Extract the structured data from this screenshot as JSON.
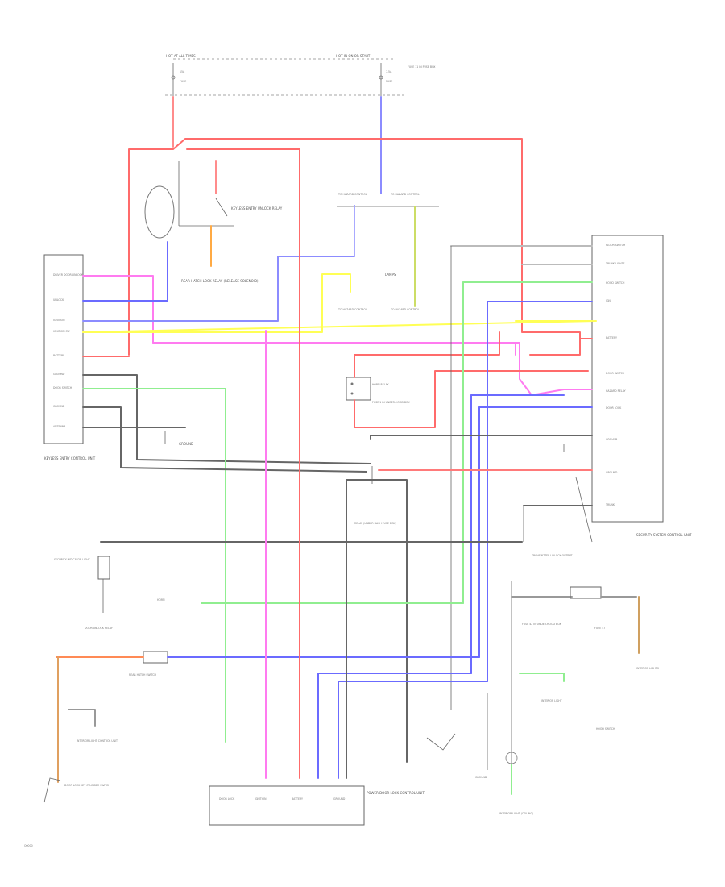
{
  "diagram": {
    "page_code": "Q0000",
    "colors": {
      "red": "#ff6b6b",
      "pink": "#ff7bf0",
      "blue": "#5b5bff",
      "lightblue": "#a0a0ff",
      "yellow": "#ffff55",
      "green": "#90ee90",
      "dark": "#666666",
      "orange": "#ffa060"
    },
    "labels": {
      "top_left_fuse": "HOT AT ALL TIMES",
      "top_right_fuse": "HOT IN ON OR START",
      "fuse_left_a": "15A",
      "fuse_left_b": "FUSE",
      "fuse_right_a": "7.5A",
      "fuse_right_b": "FUSE",
      "fuse_right_c": "FUSE 11 IN FUSE BOX",
      "key_switch": "KEYLESS ENTRY UNLOCK RELAY",
      "rear_lock_relay": "REAR HATCH LOCK RELAY (RELEASE SOLENOID)",
      "hazard_left": "TO HAZARD CONTROL",
      "hazard_right": "TO HAZARD CONTROL",
      "lower_center": "LAMPS",
      "to_hazard_lower_left": "TO HAZARD CONTROL",
      "to_hazard_lower_right": "TO HAZARD CONTROL",
      "ground_label": "GROUND",
      "left_module": "KEYLESS ENTRY CONTROL UNIT",
      "left_pins": [
        "DRIVER DOOR UNLOCK",
        "UNLOCK",
        "IGNITION",
        "IGNITION SW",
        "BATTERY",
        "GROUND",
        "DOOR SWITCH",
        "GROUND",
        "ANTENNA"
      ],
      "relay_unit": "HORN RELAY",
      "horn_fuse": "FUSE 1 IN UNDER-HOOD BOX",
      "center_relay": "RELAY (UNDER DASH FUSE BOX)",
      "right_module": "SECURITY SYSTEM CONTROL UNIT",
      "right_pins": [
        "FLOOR SWITCH",
        "TRUNK LIGHTS",
        "HOOD SWITCH",
        "IGN",
        "BATTERY",
        "DOOR SWITCH",
        "HAZARD RELAY",
        "DOOR LOCK",
        "GROUND",
        "GROUND",
        "TRUNK"
      ],
      "transmitter": "TRANSMITTER UNLOCK OUTPUT",
      "left_indicator": "SECURITY INDICATOR LIGHT",
      "rear_switch": "REAR HATCH SWITCH",
      "lower_left_switch": "DOOR LOCK KEY CYLINDER SWITCH",
      "interior_light_left": "INTERIOR LIGHT CONTROL UNIT",
      "mid_label": "HORN",
      "unlock_left": "DOOR UNLOCK RELAY",
      "bottom_module": "POWER DOOR LOCK CONTROL UNIT",
      "bottom_pins": [
        "DOOR LOCK",
        "IGNITION",
        "BATTERY",
        "GROUND"
      ],
      "ground_bottom": "GROUND",
      "right_fuse_lower": "FUSE 42 IN UNDER-HOOD BOX",
      "interior_right": "INTERIOR LIGHT",
      "hood_switch": "HOOD SWITCH",
      "right_bottom_module": "INTERIOR LIGHT (CEILING)",
      "right_light_unit": "FUSE 47",
      "far_right": "INTERIOR LIGHTS"
    }
  }
}
